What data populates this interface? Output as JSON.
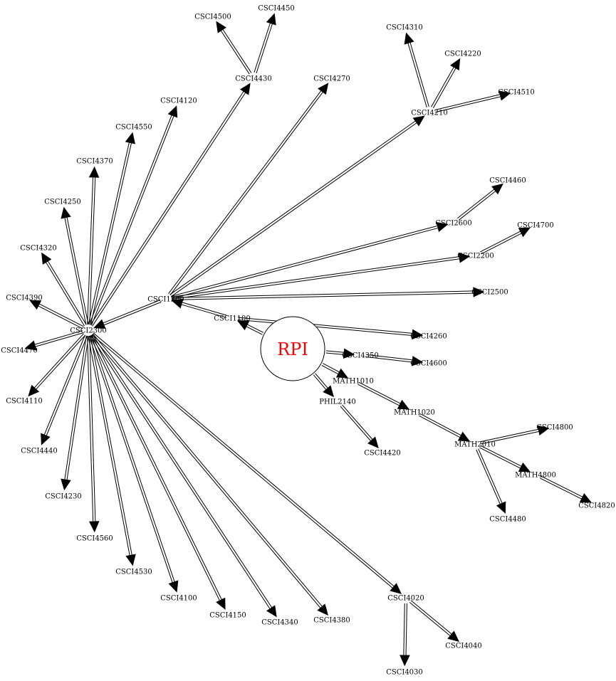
{
  "root": {
    "id": "RPI",
    "label": "RPI",
    "label_color": "#ff0000"
  },
  "nodes": [
    {
      "id": "CSCI1100",
      "label": "CSCI1100"
    },
    {
      "id": "CSCI1200",
      "label": "CSCI1200"
    },
    {
      "id": "CSCI2300",
      "label": "CSCI2300"
    },
    {
      "id": "CSCI2600",
      "label": "CSCI2600"
    },
    {
      "id": "CSCI2200",
      "label": "CSCI2200"
    },
    {
      "id": "CSCI2500",
      "label": "CSCI2500"
    },
    {
      "id": "CSCI4260",
      "label": "CSCI4260"
    },
    {
      "id": "CSCI4350",
      "label": "CSCI4350"
    },
    {
      "id": "CSCI4600",
      "label": "CSCI4600"
    },
    {
      "id": "MATH1010",
      "label": "MATH1010"
    },
    {
      "id": "MATH1020",
      "label": "MATH1020"
    },
    {
      "id": "MATH2010",
      "label": "MATH2010"
    },
    {
      "id": "MATH4800",
      "label": "MATH4800"
    },
    {
      "id": "PHIL2140",
      "label": "PHIL2140"
    },
    {
      "id": "CSCI4420",
      "label": "CSCI4420"
    },
    {
      "id": "CSCI4800",
      "label": "CSCI4800"
    },
    {
      "id": "CSCI4820",
      "label": "CSCI4820"
    },
    {
      "id": "CSCI4480",
      "label": "CSCI4480"
    },
    {
      "id": "CSCI4460",
      "label": "CSCI4460"
    },
    {
      "id": "CSCI4700",
      "label": "CSCI4700"
    },
    {
      "id": "CSCI4210",
      "label": "CSCI4210"
    },
    {
      "id": "CSCI4310",
      "label": "CSCI4310"
    },
    {
      "id": "CSCI4220",
      "label": "CSCI4220"
    },
    {
      "id": "CSCI4510",
      "label": "CSCI4510"
    },
    {
      "id": "CSCI4430",
      "label": "CSCI4430"
    },
    {
      "id": "CSCI4500",
      "label": "CSCI4500"
    },
    {
      "id": "CSCI4450",
      "label": "CSCI4450"
    },
    {
      "id": "CSCI4270",
      "label": "CSCI4270"
    },
    {
      "id": "CSCI4120",
      "label": "CSCI4120"
    },
    {
      "id": "CSCI4550",
      "label": "CSCI4550"
    },
    {
      "id": "CSCI4370",
      "label": "CSCI4370"
    },
    {
      "id": "CSCI4250",
      "label": "CSCI4250"
    },
    {
      "id": "CSCI4320",
      "label": "CSCI4320"
    },
    {
      "id": "CSCI4390",
      "label": "CSCI4390"
    },
    {
      "id": "CSCI4470",
      "label": "CSCI4470"
    },
    {
      "id": "CSCI4110",
      "label": "CSCI4110"
    },
    {
      "id": "CSCI4440",
      "label": "CSCI4440"
    },
    {
      "id": "CSCI4230",
      "label": "CSCI4230"
    },
    {
      "id": "CSCI4560",
      "label": "CSCI4560"
    },
    {
      "id": "CSCI4530",
      "label": "CSCI4530"
    },
    {
      "id": "CSCI4100",
      "label": "CSCI4100"
    },
    {
      "id": "CSCI4150",
      "label": "CSCI4150"
    },
    {
      "id": "CSCI4340",
      "label": "CSCI4340"
    },
    {
      "id": "CSCI4380",
      "label": "CSCI4380"
    },
    {
      "id": "CSCI4020",
      "label": "CSCI4020"
    },
    {
      "id": "CSCI4040",
      "label": "CSCI4040"
    },
    {
      "id": "CSCI4030",
      "label": "CSCI4030"
    }
  ],
  "edges": [
    [
      "RPI",
      "CSCI1100"
    ],
    [
      "RPI",
      "CSCI4350"
    ],
    [
      "RPI",
      "MATH1010"
    ],
    [
      "RPI",
      "PHIL2140"
    ],
    [
      "CSCI1100",
      "CSCI1200"
    ],
    [
      "CSCI1100",
      "CSCI4260"
    ],
    [
      "CSCI1200",
      "CSCI2300"
    ],
    [
      "CSCI1200",
      "CSCI2600"
    ],
    [
      "CSCI1200",
      "CSCI2200"
    ],
    [
      "CSCI1200",
      "CSCI2500"
    ],
    [
      "CSCI1200",
      "CSCI4210"
    ],
    [
      "CSCI1200",
      "CSCI4270"
    ],
    [
      "CSCI2600",
      "CSCI4460"
    ],
    [
      "CSCI2200",
      "CSCI4700"
    ],
    [
      "CSCI4350",
      "CSCI4600"
    ],
    [
      "MATH1010",
      "MATH1020"
    ],
    [
      "MATH1020",
      "MATH2010"
    ],
    [
      "MATH2010",
      "CSCI4800"
    ],
    [
      "MATH2010",
      "MATH4800"
    ],
    [
      "MATH2010",
      "CSCI4480"
    ],
    [
      "MATH4800",
      "CSCI4820"
    ],
    [
      "PHIL2140",
      "CSCI4420"
    ],
    [
      "CSCI4210",
      "CSCI4310"
    ],
    [
      "CSCI4210",
      "CSCI4220"
    ],
    [
      "CSCI4210",
      "CSCI4510"
    ],
    [
      "CSCI4430",
      "CSCI4500"
    ],
    [
      "CSCI4430",
      "CSCI4450"
    ],
    [
      "CSCI2300",
      "CSCI4430"
    ],
    [
      "CSCI2300",
      "CSCI4120"
    ],
    [
      "CSCI2300",
      "CSCI4550"
    ],
    [
      "CSCI2300",
      "CSCI4370"
    ],
    [
      "CSCI2300",
      "CSCI4250"
    ],
    [
      "CSCI2300",
      "CSCI4320"
    ],
    [
      "CSCI2300",
      "CSCI4390"
    ],
    [
      "CSCI2300",
      "CSCI4470"
    ],
    [
      "CSCI2300",
      "CSCI4110"
    ],
    [
      "CSCI2300",
      "CSCI4440"
    ],
    [
      "CSCI2300",
      "CSCI4230"
    ],
    [
      "CSCI2300",
      "CSCI4560"
    ],
    [
      "CSCI2300",
      "CSCI4530"
    ],
    [
      "CSCI2300",
      "CSCI4100"
    ],
    [
      "CSCI2300",
      "CSCI4150"
    ],
    [
      "CSCI2300",
      "CSCI4340"
    ],
    [
      "CSCI2300",
      "CSCI4380"
    ],
    [
      "CSCI2300",
      "CSCI4020"
    ],
    [
      "CSCI4020",
      "CSCI4040"
    ],
    [
      "CSCI4020",
      "CSCI4030"
    ]
  ]
}
